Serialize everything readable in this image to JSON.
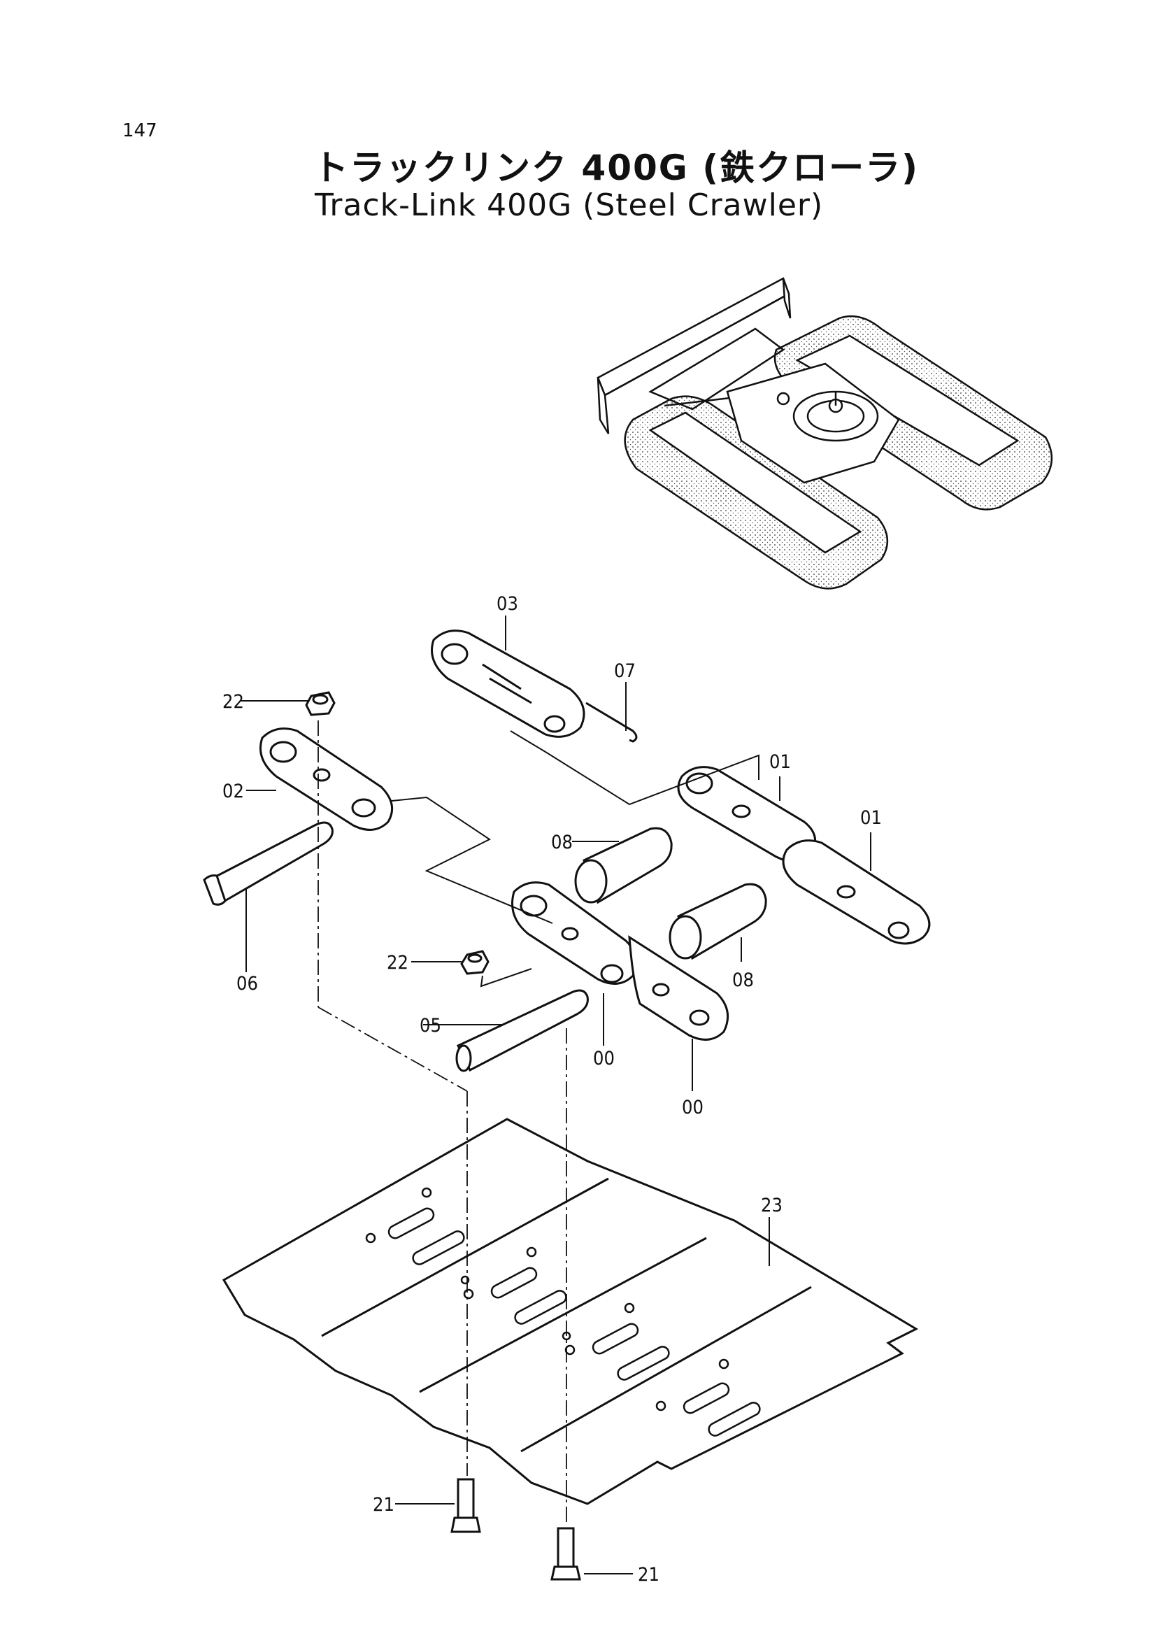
{
  "page_number": "147",
  "title_jp": "トラックリンク 400G (鉄クローラ)",
  "title_en": "Track-Link 400G (Steel Crawler)",
  "callouts": {
    "c03": "03",
    "c07": "07",
    "c22a": "22",
    "c02": "02",
    "c01a": "01",
    "c01b": "01",
    "c08a": "08",
    "c08b": "08",
    "c06": "06",
    "c22b": "22",
    "c05": "05",
    "c00a": "00",
    "c00b": "00",
    "c23": "23",
    "c21a": "21",
    "c21b": "21"
  }
}
